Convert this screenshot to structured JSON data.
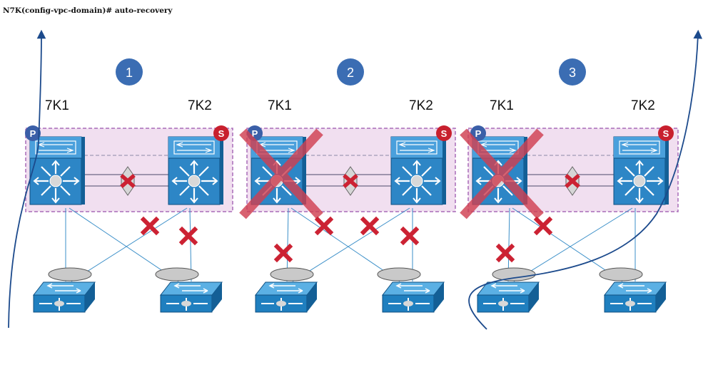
{
  "command": "N7K(config-vpc-domain)# auto-recovery",
  "colors": {
    "switch_blue": "#1f7fbf",
    "domain_fill": "#f1dff0",
    "domain_border": "#a86cb8",
    "fail_x": "#cc2233",
    "big_x": "#d04050",
    "step_circle": "#3b6db3",
    "primary_badge": "#3b5fa8",
    "secondary_badge": "#c8202e",
    "traffic_arrow": "#1c4a8c"
  },
  "panels": [
    {
      "step": "1",
      "left_switch": "7K1",
      "right_switch": "7K2",
      "primary_badge": "P",
      "secondary_badge": "S"
    },
    {
      "step": "2",
      "left_switch": "7K1",
      "right_switch": "7K2",
      "primary_badge": "P",
      "secondary_badge": "S"
    },
    {
      "step": "3",
      "left_switch": "7K1",
      "right_switch": "7K2",
      "primary_badge": "P",
      "secondary_badge": "S"
    }
  ]
}
